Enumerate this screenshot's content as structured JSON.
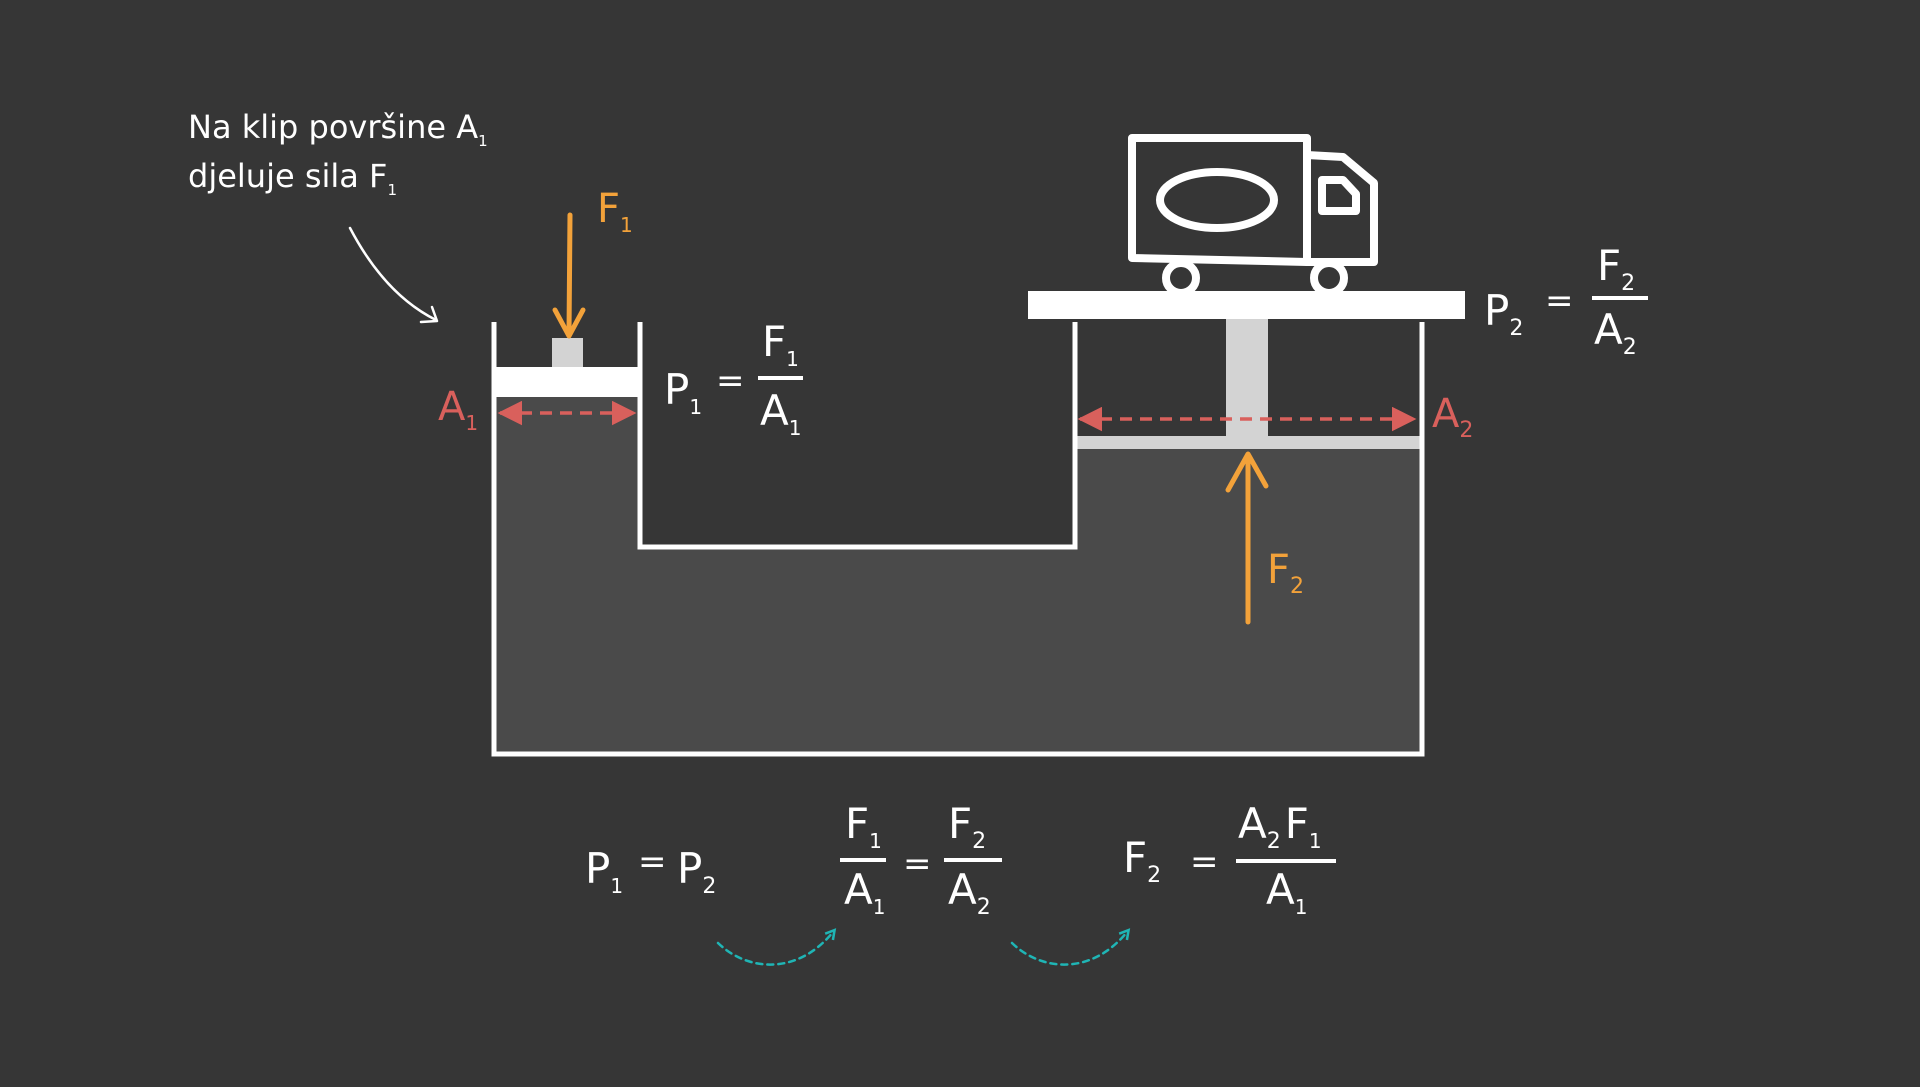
{
  "colors": {
    "background": "#363636",
    "fluid": "#4a4a4a",
    "line": "#ffffff",
    "piston": "#d3d3d3",
    "force": "#f3a23a",
    "area": "#d9605c",
    "flow_arrow": "#1fb5b5"
  },
  "annotation": {
    "line1_text": "Na klip površine A",
    "line1_sub": "1",
    "line2_text": "djeluje sila F",
    "line2_sub": "1"
  },
  "labels": {
    "force_small": {
      "letter": "F",
      "sub": "1"
    },
    "force_large": {
      "letter": "F",
      "sub": "2"
    },
    "area_small": {
      "letter": "A",
      "sub": "1"
    },
    "area_large": {
      "letter": "A",
      "sub": "2"
    }
  },
  "formulas": {
    "p1": {
      "lhs": "P",
      "lhs_sub": "1",
      "eq": "=",
      "num": "F",
      "num_sub": "1",
      "den": "A",
      "den_sub": "1"
    },
    "p2": {
      "lhs": "P",
      "lhs_sub": "2",
      "eq": "=",
      "num": "F",
      "num_sub": "2",
      "den": "A",
      "den_sub": "2"
    },
    "pressure_equal": {
      "a": "P",
      "a_sub": "1",
      "eq": "=",
      "b": "P",
      "b_sub": "2"
    },
    "ratio": {
      "num1": "F",
      "num1_sub": "1",
      "den1": "A",
      "den1_sub": "1",
      "eq": "=",
      "num2": "F",
      "num2_sub": "2",
      "den2": "A",
      "den2_sub": "2"
    },
    "result": {
      "lhs": "F",
      "lhs_sub": "2",
      "eq": "=",
      "num_a": "A",
      "num_a_sub": "2",
      "num_b": "F",
      "num_b_sub": "1",
      "den": "A",
      "den_sub": "1"
    }
  },
  "icons": {
    "truck": "truck-icon",
    "curved_pointer": "curved-arrow-icon",
    "step_arrows": "dashed-curved-arrow-icon"
  }
}
